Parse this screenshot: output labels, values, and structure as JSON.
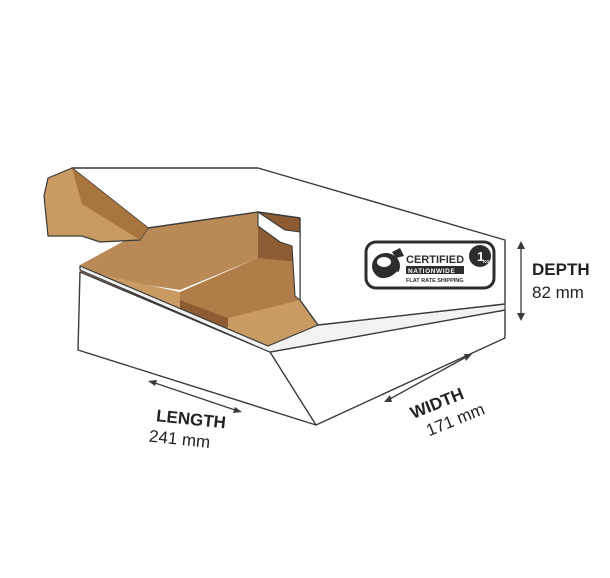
{
  "colors": {
    "white_face": "#ffffff",
    "top_face": "#f7f7f7",
    "outline": "#3a3a3a",
    "cardboard_light": "#c99a62",
    "cardboard_mid": "#b98a56",
    "cardboard_dark": "#8e5c32",
    "badge_dark": "#2d2d2d",
    "text": "#222222"
  },
  "dimensions": {
    "length": {
      "label": "LENGTH",
      "value": "241 mm"
    },
    "width": {
      "label": "WIDTH",
      "value": "171 mm"
    },
    "depth": {
      "label": "DEPTH",
      "value": "82 mm"
    }
  },
  "badge": {
    "line1": "CERTIFIED",
    "line2": "NATIONWIDE",
    "line3": "FLAT RATE SHIPPING",
    "weight": "1",
    "weight_unit": "KG",
    "icon": "globe-hand-icon"
  }
}
